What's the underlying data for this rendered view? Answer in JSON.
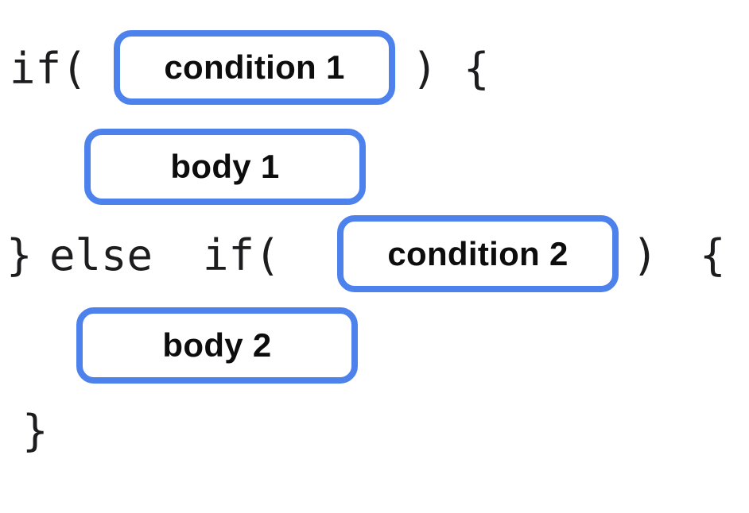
{
  "figure": {
    "accent_color": "#4d82ec",
    "line1": {
      "if_keyword": "if(",
      "condition_label": "condition 1",
      "close": ") {"
    },
    "line2": {
      "body_label": "body 1"
    },
    "line3": {
      "close_brace": "}",
      "else_keyword": "else",
      "if_keyword": "if(",
      "condition_label": "condition 2",
      "close_paren": ")",
      "open_brace": "{"
    },
    "line4": {
      "body_label": "body 2"
    },
    "line5": {
      "close_brace": "}"
    }
  }
}
